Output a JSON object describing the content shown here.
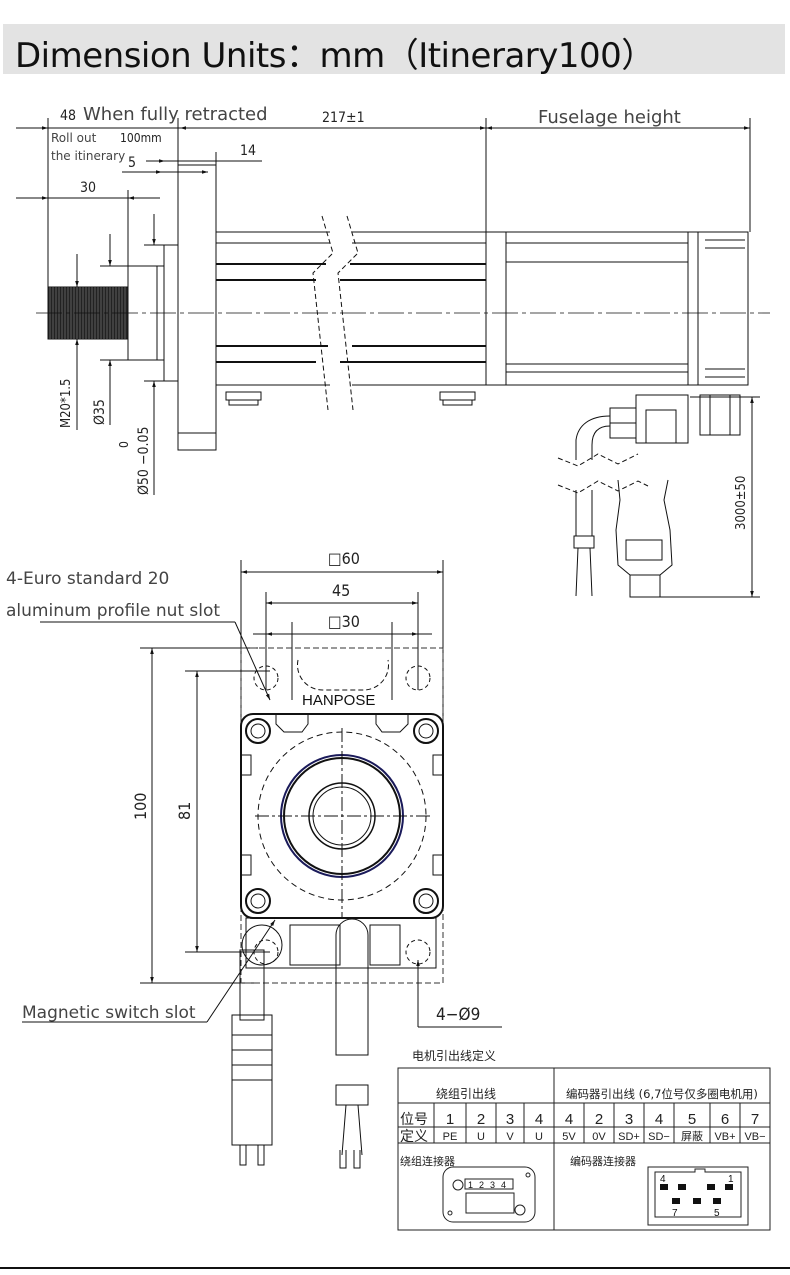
{
  "header": {
    "title": "Dimension Units：mm（Itinerary100）"
  },
  "side_view": {
    "label_retracted_value": "48",
    "label_retracted": "When fully retracted",
    "label_total": "217±1",
    "label_fuselage": "Fuselage height",
    "label_rollout_line1": "Roll out",
    "label_rollout_line2": "the itinerary",
    "label_stroke": "100mm",
    "dim_5": "5",
    "dim_14": "14",
    "dim_30": "30",
    "dim_thread": "M20*1.5",
    "dim_d35": "Ø35",
    "dim_d50": "Ø50 −0.05",
    "dim_d50_upper": "0",
    "dim_cable": "3000±50"
  },
  "front_view": {
    "label_nut_slot_line1": "4-Euro standard 20",
    "label_nut_slot_line2": "aluminum profile nut slot",
    "label_magnetic": "Magnetic switch slot",
    "brand": "HANPOSE",
    "dim_sq60": "□60",
    "dim_45": "45",
    "dim_sq30": "□30",
    "dim_100": "100",
    "dim_81": "81",
    "dim_holes": "4−Ø9"
  },
  "wiring_table": {
    "caption": "电机引出线定义",
    "group_winding": "绕组引出线",
    "group_encoder": "编码器引出线 (6,7位号仅多圈电机用)",
    "row_pin_label": "位号",
    "row_def_label": "定义",
    "pins": [
      "1",
      "2",
      "3",
      "4",
      "4",
      "2",
      "3",
      "4",
      "5",
      "6",
      "7"
    ],
    "defs": [
      "PE",
      "U",
      "V",
      "U",
      "5V",
      "0V",
      "SD+",
      "SD−",
      "屏蔽",
      "VB+",
      "VB−"
    ],
    "winding_connector_label": "绕组连接器",
    "encoder_connector_label": "编码器连接器",
    "winding_connector_pins": [
      "1",
      "2",
      "3",
      "4"
    ],
    "encoder_connector_pins": [
      "4",
      "1",
      "7",
      "5"
    ]
  }
}
